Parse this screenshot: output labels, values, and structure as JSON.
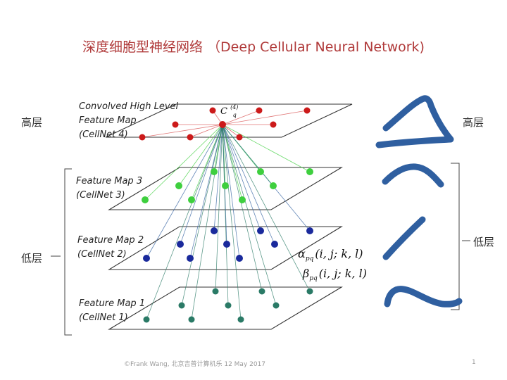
{
  "title": "深度细胞型神经网络 （Deep Cellular Neural Network)",
  "layers": [
    {
      "line1": "Convolved High Level",
      "line2": "Feature Map",
      "line3": "(CellNet 4)"
    },
    {
      "line1": "Feature Map 3",
      "line2": "(CellNet 3)"
    },
    {
      "line1": "Feature Map 2",
      "line2": "(CellNet 2)"
    },
    {
      "line1": "Feature Map 1",
      "line2": "(CellNet 1)"
    }
  ],
  "side_labels": {
    "high": "高层",
    "low": "低层"
  },
  "node_label": "C",
  "node_label_sup": "(4)",
  "node_label_sub": "q",
  "weights": {
    "alpha": "α",
    "beta": "β",
    "sub": "pq",
    "args": "(i, j; k, l)"
  },
  "colors": {
    "title": "#b03a3a",
    "layer4": "#cc1a1a",
    "layer3": "#3ecf3e",
    "layer2": "#1a2a9c",
    "layer1": "#2a7a66",
    "strokes": "#2f5fa0"
  },
  "footer": {
    "left": "©Frank Wang, 北京吉普计算机乐  12 May 2017",
    "page": "1"
  }
}
